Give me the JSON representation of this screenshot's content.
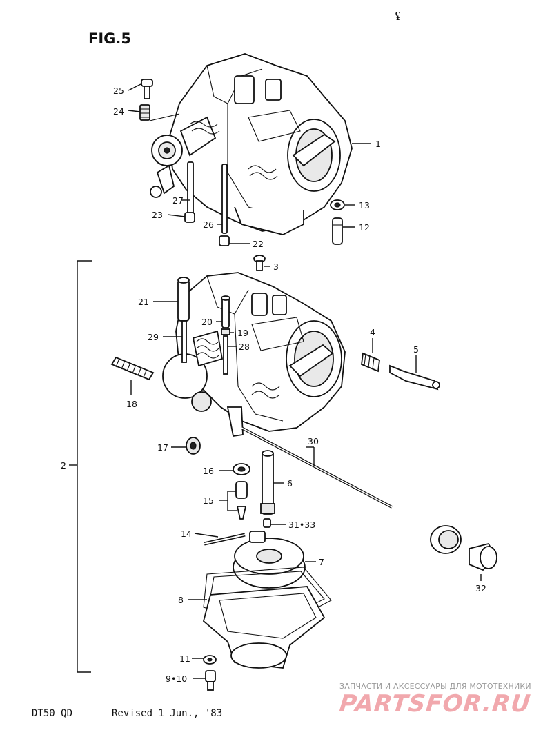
{
  "header": {
    "figure_label": "FIG.5",
    "corner_mark": "ʢ"
  },
  "callouts": [
    {
      "id": "c25",
      "text": "25"
    },
    {
      "id": "c24",
      "text": "24"
    },
    {
      "id": "c1",
      "text": "1"
    },
    {
      "id": "c13",
      "text": "13"
    },
    {
      "id": "c12",
      "text": "12"
    },
    {
      "id": "c27",
      "text": "27"
    },
    {
      "id": "c23",
      "text": "23"
    },
    {
      "id": "c26",
      "text": "26"
    },
    {
      "id": "c22",
      "text": "22"
    },
    {
      "id": "c3",
      "text": "3"
    },
    {
      "id": "c21",
      "text": "21"
    },
    {
      "id": "c20",
      "text": "20"
    },
    {
      "id": "c19",
      "text": "19"
    },
    {
      "id": "c28",
      "text": "28"
    },
    {
      "id": "c29",
      "text": "29"
    },
    {
      "id": "c4",
      "text": "4"
    },
    {
      "id": "c5",
      "text": "5"
    },
    {
      "id": "c18",
      "text": "18"
    },
    {
      "id": "c17",
      "text": "17"
    },
    {
      "id": "c30",
      "text": "30"
    },
    {
      "id": "c2",
      "text": "2"
    },
    {
      "id": "c16",
      "text": "16"
    },
    {
      "id": "c6",
      "text": "6"
    },
    {
      "id": "c15",
      "text": "15"
    },
    {
      "id": "c3133",
      "text": "31•33"
    },
    {
      "id": "c14",
      "text": "14"
    },
    {
      "id": "c7",
      "text": "7"
    },
    {
      "id": "c8",
      "text": "8"
    },
    {
      "id": "c32",
      "text": "32"
    },
    {
      "id": "c11",
      "text": "11"
    },
    {
      "id": "c910",
      "text": "9•10"
    }
  ],
  "footer": {
    "model": "DT50 QD",
    "revision": "Revised 1 Jun., '83"
  },
  "watermark": {
    "caption": "ЗАПЧАСТИ И АКСЕССУАРЫ ДЛЯ МОТОТЕХНИКИ",
    "logo": "PARTSFOR.RU",
    "logo_color": "#f1a8ad"
  }
}
